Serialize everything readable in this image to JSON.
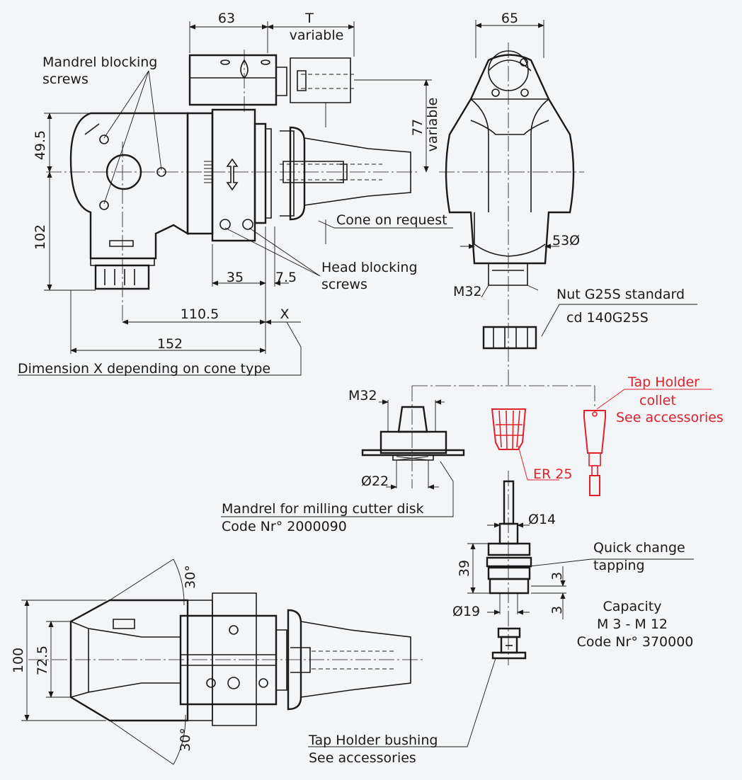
{
  "dims": {
    "d63": "63",
    "t": "T",
    "variable": "variable",
    "d65": "65",
    "d49_5": "49.5",
    "d102": "102",
    "d77": "77",
    "d53": "53Ø",
    "d35": "35",
    "d7_5": "7.5",
    "d110_5": "110.5",
    "x": "X",
    "d152": "152",
    "d22": "Ø22",
    "d14": "Ø14",
    "d39": "39",
    "d3": "3",
    "d19": "Ø19",
    "d30": "30°",
    "d100": "100",
    "d72_5": "72.5"
  },
  "labels": {
    "mandrel_blocking_1": "Mandrel blocking",
    "mandrel_blocking_2": "screws",
    "cone_on_request": "Cone on request",
    "head_blocking_1": "Head blocking",
    "head_blocking_2": "screws",
    "m32": "M32",
    "nut_standard": "Nut G25S standard",
    "nut_code": "cd 140G25S",
    "dimension_x": "Dimension X depending on cone type",
    "tap_holder_1": "Tap Holder",
    "tap_holder_2": "collet",
    "tap_holder_3": "See accessories",
    "er25": "ER 25",
    "mandrel_1": "Mandrel for milling cutter disk",
    "mandrel_2": "Code Nr° 2000090",
    "quick_change_1": "Quick change",
    "quick_change_2": "tapping",
    "capacity_1": "Capacity",
    "capacity_2": "M 3 - M 12",
    "capacity_3": "Code Nr° 370000",
    "bushing_1": "Tap Holder bushing",
    "bushing_2": "See accessories"
  },
  "colors": {
    "line": "#1a1a1a",
    "accessory_red": "#e0202a",
    "background": "#f4f5f7"
  }
}
